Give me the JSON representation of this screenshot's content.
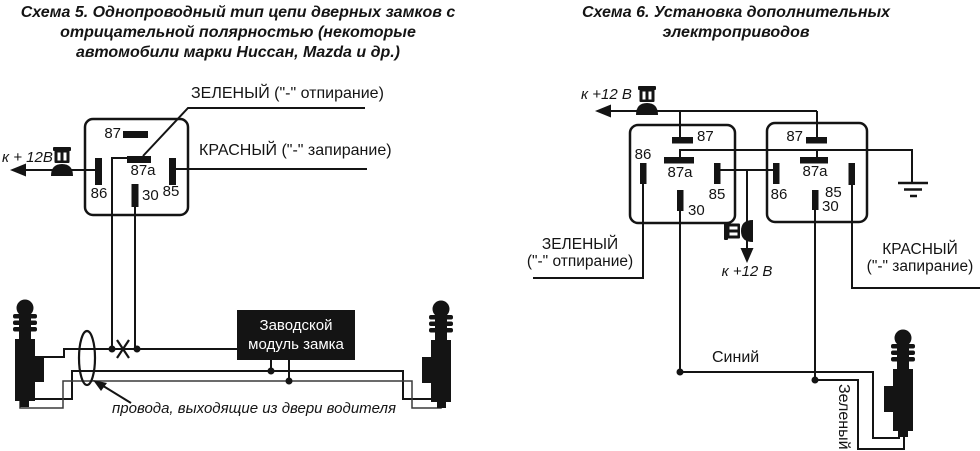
{
  "colors": {
    "ink": "#141414",
    "paper": "#ffffff"
  },
  "pin_labels": {
    "87": "87",
    "87a": "87a",
    "86": "86",
    "85": "85",
    "30": "30"
  },
  "icons": {
    "fuse": "fuse-icon",
    "ground": "ground-icon",
    "actuator": "door-lock-actuator-icon",
    "grommet": "door-grommet-oval",
    "cut": "wire-cut-x-mark"
  },
  "scheme5": {
    "title": "Схема 5. Однопроводный тип цепи дверных замков с отрицательной полярностью (некоторые автомобили марки Ниссан, Mazda и др.)",
    "power_label": "к + 12В",
    "green_wire_label": "ЗЕЛЕНЫЙ (\"-\" отпирание)",
    "red_wire_label": "КРАСНЫЙ (\"-\" запирание)",
    "module_label": "Заводской модуль замка",
    "note": "провода, выходящие из двери водителя"
  },
  "scheme6": {
    "title": "Схема 6. Установка дополнительных электроприводов",
    "power_label_top": "к +12 В",
    "power_label_bottom": "к +12 В",
    "green_label_line1": "ЗЕЛЕНЫЙ",
    "green_label_line2": "(\"-\" отпирание)",
    "red_label_line1": "КРАСНЫЙ",
    "red_label_line2": "(\"-\" запирание)",
    "blue_wire_name": "Синий",
    "green_wire_name": "Зеленый"
  }
}
